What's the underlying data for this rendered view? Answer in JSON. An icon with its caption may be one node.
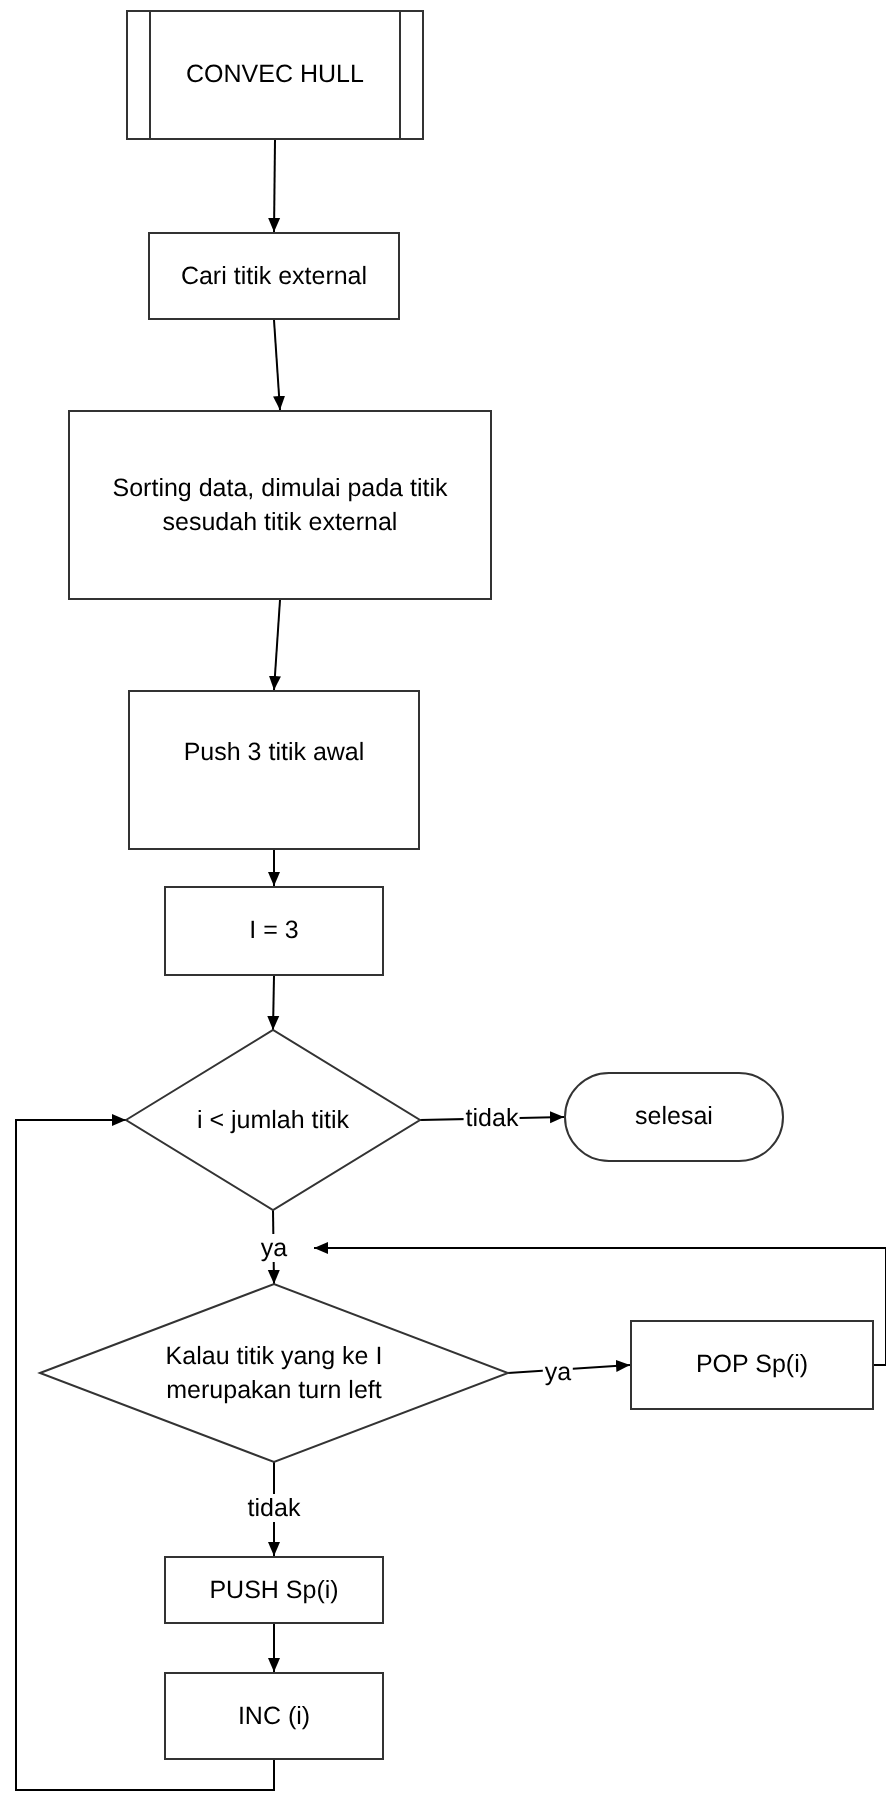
{
  "diagram": {
    "nodes": [
      {
        "text": [
          "CONVEC HULL"
        ]
      },
      {
        "text": [
          "Cari titik external"
        ]
      },
      {
        "text": [
          "Sorting data, dimulai pada titik sesudah titik external"
        ]
      },
      {
        "text": [
          "Push 3 titik awal"
        ]
      },
      {
        "text": [
          "I = 3"
        ]
      },
      {
        "text": [
          "i < jumlah titik"
        ]
      },
      {
        "text": [
          "selesai"
        ]
      },
      {
        "text": [
          "Kalau titik yang ke I merupakan turn left"
        ]
      },
      {
        "text": [
          "POP Sp(i)"
        ]
      },
      {
        "text": [
          "PUSH Sp(i)"
        ]
      },
      {
        "text": [
          "INC (i)"
        ]
      }
    ],
    "edges": [
      {
        "from": 0,
        "to": 1,
        "arrow": "to"
      },
      {
        "from": 1,
        "to": 2,
        "arrow": "to"
      },
      {
        "from": 2,
        "to": 3,
        "arrow": "to"
      },
      {
        "from": 3,
        "to": 4,
        "arrow": "to"
      },
      {
        "from": 4,
        "to": 5,
        "arrow": "to"
      },
      {
        "from": 5,
        "to": 6,
        "arrow": "to",
        "label": "tidak"
      },
      {
        "from": 5,
        "to": 7,
        "arrow": "to",
        "label": "ya"
      },
      {
        "from": 7,
        "to": 8,
        "arrow": "to",
        "label": "ya"
      },
      {
        "from": 8,
        "to": 7,
        "arrow": "to"
      },
      {
        "from": 7,
        "to": 9,
        "arrow": "to",
        "label": "tidak"
      },
      {
        "from": 9,
        "to": 10,
        "arrow": "to"
      },
      {
        "from": 10,
        "to": 5,
        "arrow": "to"
      }
    ]
  }
}
